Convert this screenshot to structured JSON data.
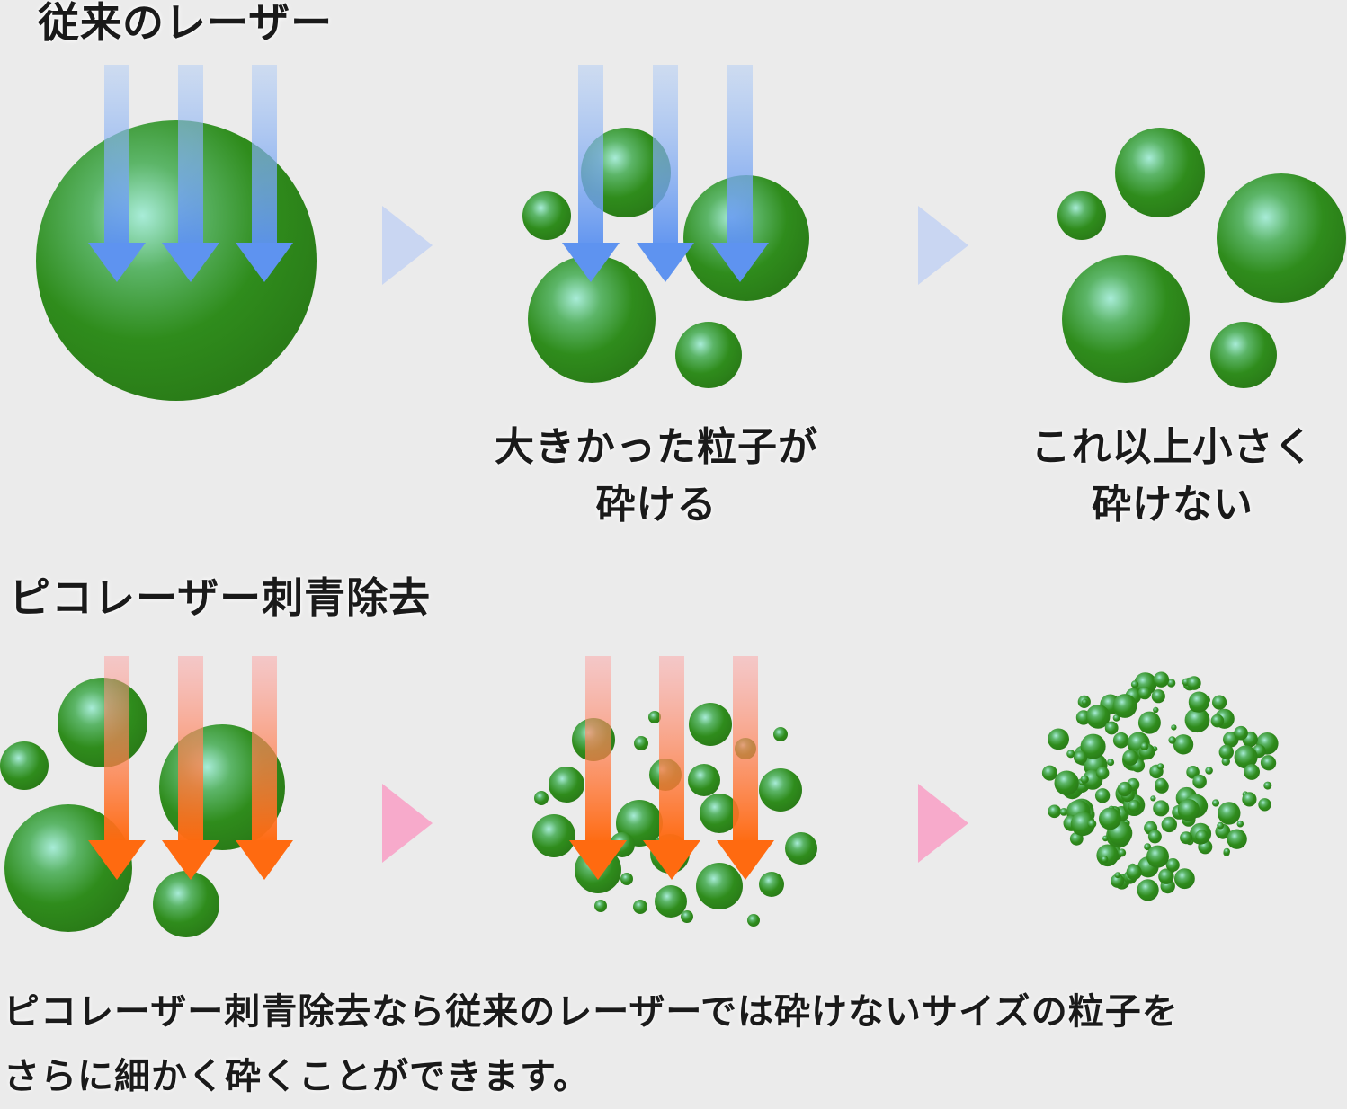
{
  "headings": {
    "conventional": "従来のレーザー",
    "pico": "ピコレーザー刺青除去"
  },
  "captions": {
    "broken": [
      "大きかった粒子が",
      "砕ける"
    ],
    "not_smaller": [
      "これ以上小さく",
      "砕けない"
    ]
  },
  "summary": {
    "line1": "ピコレーザー刺青除去なら従来のレーザーでは砕けないサイズの粒子を",
    "line2": "さらに細かく砕くことができます。"
  },
  "colors": {
    "background": "#ebebeb",
    "particle": "#2f8c1c",
    "particle_highlight": "#a8ecd8",
    "blue_arrow": "#5e93f0",
    "orange_arrow": "#ff6a10",
    "blue_step_arrow": "#c9d6f2",
    "pink_step_arrow": "#f7aacb"
  },
  "icons": {
    "step_arrow": "right-triangle-icon",
    "laser_arrow": "down-arrow-icon",
    "particle": "green-sphere"
  }
}
